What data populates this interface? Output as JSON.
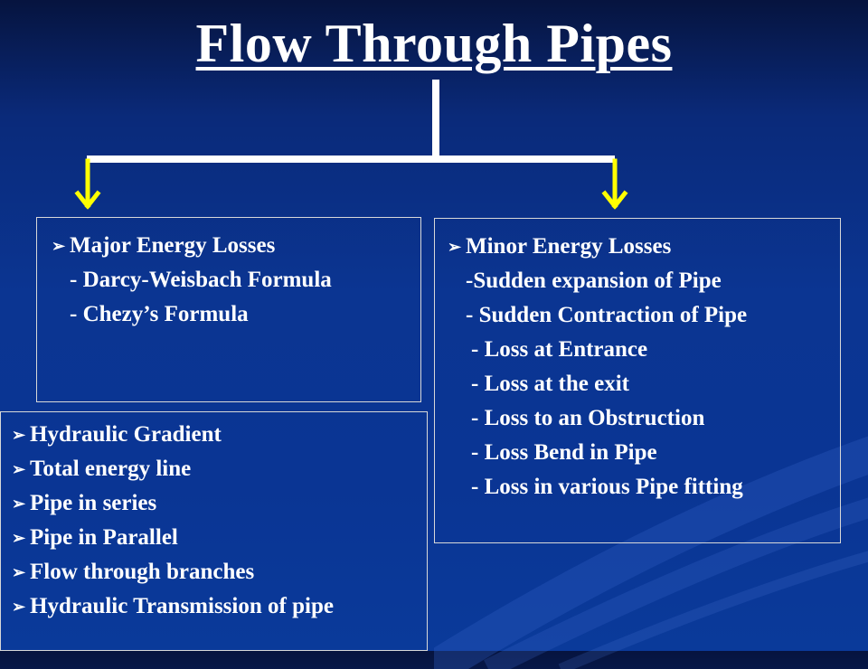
{
  "title": "Flow Through Pipes",
  "major": {
    "heading": "Major Energy Losses",
    "items": [
      "- Darcy-Weisbach Formula",
      "- Chezy’s Formula"
    ]
  },
  "minor": {
    "heading": "Minor Energy Losses",
    "items": [
      "-Sudden expansion of Pipe",
      "- Sudden Contraction of Pipe",
      "- Loss at Entrance",
      "- Loss at the exit",
      "- Loss to an Obstruction",
      "- Loss Bend in Pipe",
      "- Loss in various Pipe fitting"
    ]
  },
  "topics": {
    "items": [
      "Hydraulic Gradient",
      "Total energy line",
      "Pipe in series",
      "Pipe in Parallel",
      "Flow through branches",
      "Hydraulic Transmission of pipe"
    ]
  },
  "colors": {
    "background": "#0b3592",
    "connector": "#ffff00",
    "stem": "#ffffff",
    "text": "#ffffff"
  }
}
